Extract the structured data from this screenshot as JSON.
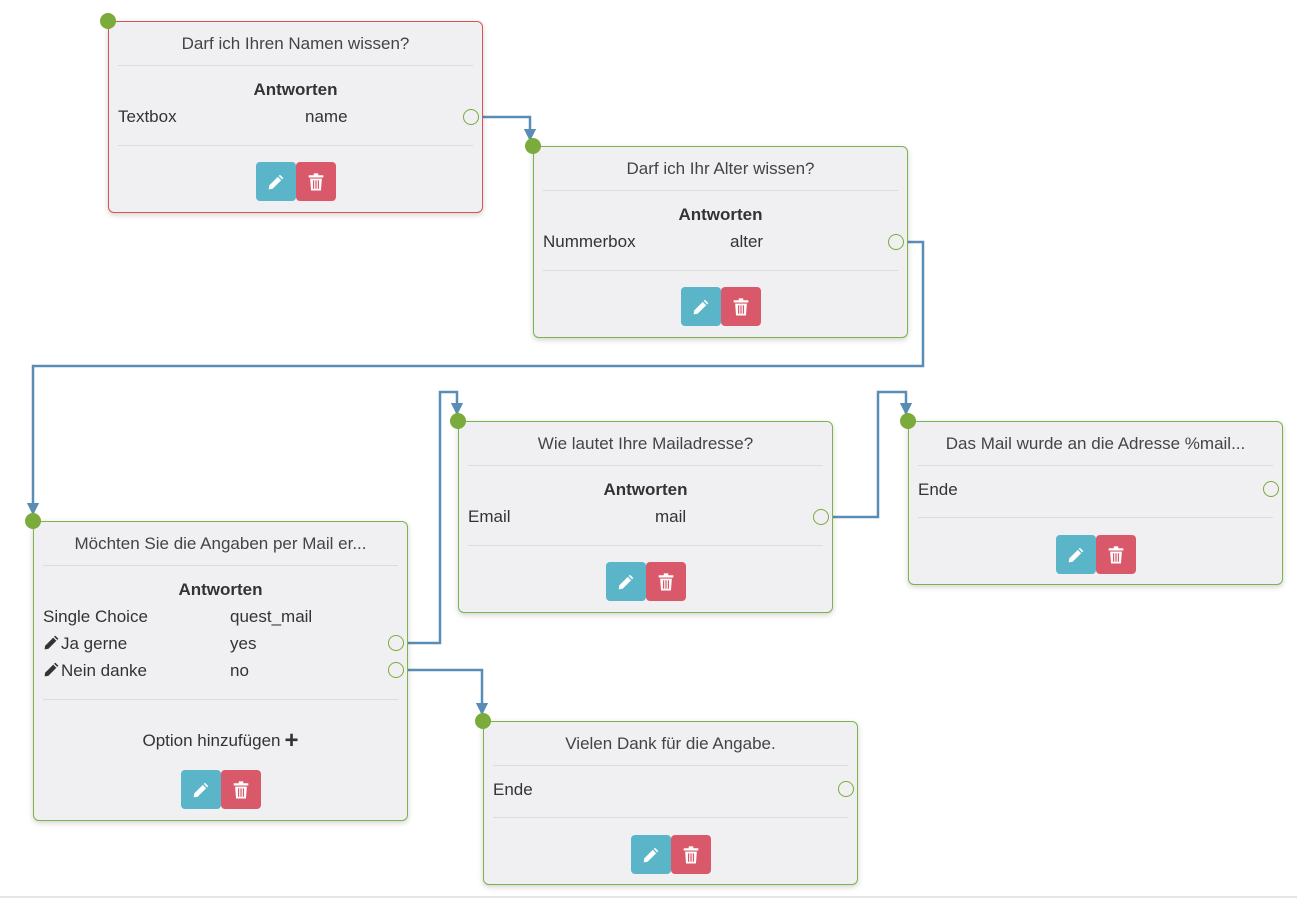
{
  "colors": {
    "node_border": "#7db34a",
    "selected_border": "#d9534f",
    "edit_button": "#5bb5c9",
    "delete_button": "#d9596a",
    "connector": "#5a8db5",
    "port": "#7aab3b"
  },
  "icons": {
    "edit": "pencil-icon",
    "delete": "trash-icon",
    "add": "plus-icon"
  },
  "nodes": {
    "name": {
      "title": "Darf ich Ihren Namen wissen?",
      "answers_label": "Antworten",
      "rows": [
        {
          "label": "Textbox",
          "value": "name"
        }
      ]
    },
    "age": {
      "title": "Darf ich Ihr Alter wissen?",
      "answers_label": "Antworten",
      "rows": [
        {
          "label": "Nummerbox",
          "value": "alter"
        }
      ]
    },
    "mail_question": {
      "title": "Möchten Sie die Angaben per Mail er...",
      "answers_label": "Antworten",
      "rows": [
        {
          "label": "Single Choice",
          "value": "quest_mail"
        },
        {
          "label": "Ja gerne",
          "value": "yes"
        },
        {
          "label": "Nein danke",
          "value": "no"
        }
      ],
      "add_option": "Option hinzufügen"
    },
    "email": {
      "title": "Wie lautet Ihre Mailadresse?",
      "answers_label": "Antworten",
      "rows": [
        {
          "label": "Email",
          "value": "mail"
        }
      ]
    },
    "mail_sent": {
      "title": "Das Mail wurde an die Adresse %mail...",
      "rows": [
        {
          "label": "Ende"
        }
      ]
    },
    "thanks": {
      "title": "Vielen Dank für die Angabe.",
      "rows": [
        {
          "label": "Ende"
        }
      ]
    }
  }
}
